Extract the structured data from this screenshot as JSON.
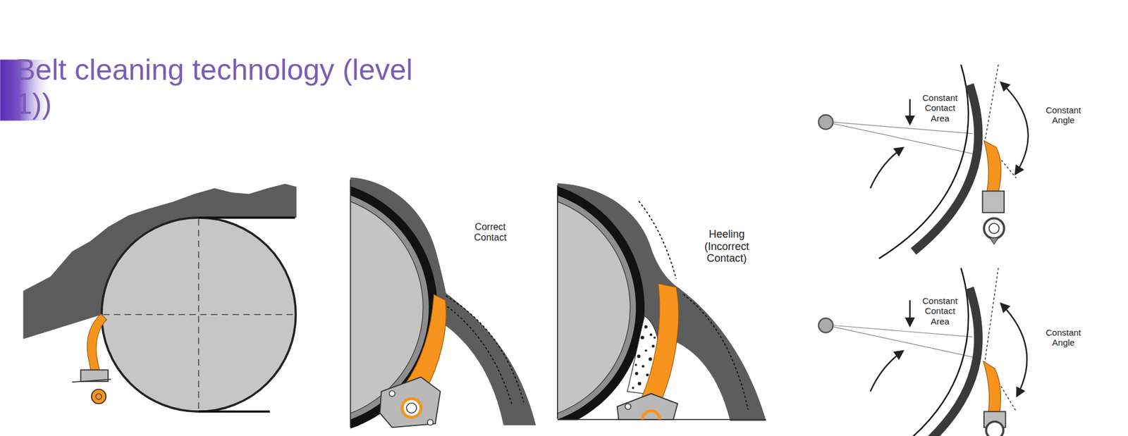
{
  "diagram": {
    "title": "Belt cleaning technology (level 1))",
    "labels": [
      "Correct Contact",
      "Heeling (Incorrect Contact)",
      "Constant Contact Area",
      "Constant Angle",
      "Constant Contact Area",
      "Constant Angle"
    ]
  }
}
